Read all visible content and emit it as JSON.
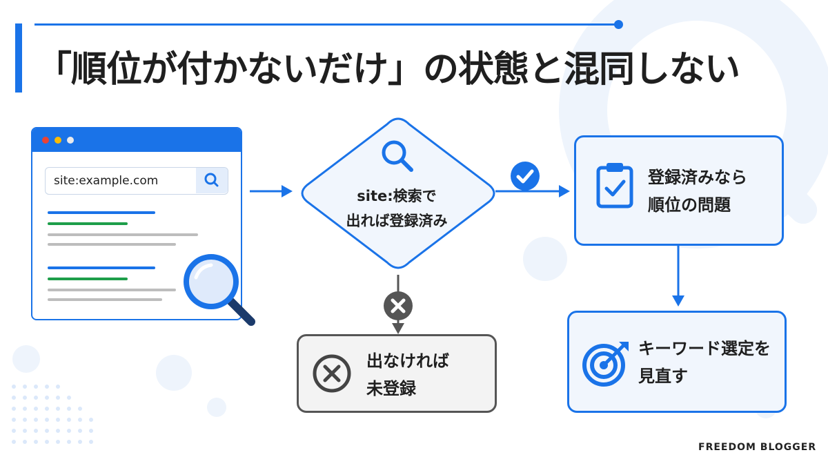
{
  "title": "「順位が付かないだけ」の状態と混同しない",
  "browser": {
    "search_query": "site:example.com"
  },
  "flow": {
    "check_label": "site:検索で出れば登録済み",
    "check_lines": [
      "site:検索で",
      "出れば登録済み"
    ],
    "yes_lines": [
      "登録済みなら",
      "順位の問題"
    ],
    "no_lines": [
      "出なければ",
      "未登録"
    ],
    "next_lines": [
      "キーワード選定を",
      "見直す"
    ]
  },
  "brand": "FREEDOM BLOGGER",
  "colors": {
    "primary": "#1a73e8",
    "accent_green": "#1e9e4a",
    "neutral": "#555555"
  },
  "icons": [
    "search-icon",
    "magnifier-icon",
    "check-icon",
    "cross-icon",
    "clipboard-check-icon",
    "target-icon"
  ]
}
